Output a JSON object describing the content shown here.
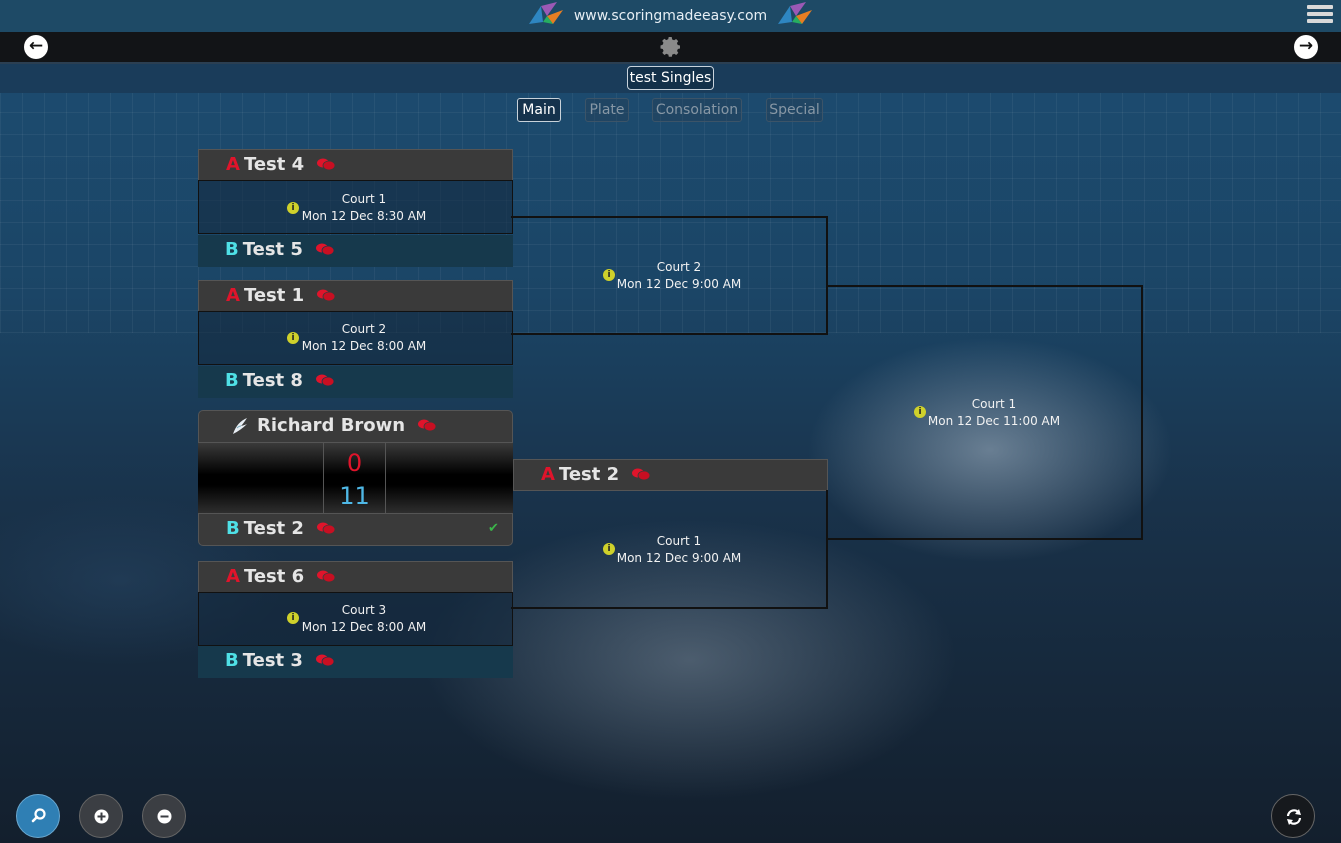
{
  "site": {
    "url": "www.scoringmadeeasy.com"
  },
  "event": {
    "title": "test Singles"
  },
  "tabs": [
    {
      "label": "Main",
      "active": true
    },
    {
      "label": "Plate",
      "active": false
    },
    {
      "label": "Consolation",
      "active": false
    },
    {
      "label": "Special",
      "active": false
    }
  ],
  "round1": [
    {
      "a": {
        "seed": "A",
        "name": "Test 4"
      },
      "b": {
        "seed": "B",
        "name": "Test 5"
      },
      "court": "Court 1",
      "time": "Mon 12 Dec 8:30 AM"
    },
    {
      "a": {
        "seed": "A",
        "name": "Test 1"
      },
      "b": {
        "seed": "B",
        "name": "Test 8"
      },
      "court": "Court 2",
      "time": "Mon 12 Dec 8:00 AM"
    },
    {
      "a": {
        "seed": "",
        "name": "Richard Brown"
      },
      "b": {
        "seed": "B",
        "name": "Test 2"
      },
      "score_a": "0",
      "score_b": "11",
      "winner_check": "✔"
    },
    {
      "a": {
        "seed": "A",
        "name": "Test 6"
      },
      "b": {
        "seed": "B",
        "name": "Test 3"
      },
      "court": "Court 3",
      "time": "Mon 12 Dec 8:00 AM"
    }
  ],
  "round2": [
    {
      "court": "Court 2",
      "time": "Mon 12 Dec 9:00 AM"
    },
    {
      "a": {
        "seed": "A",
        "name": "Test 2"
      },
      "court": "Court 1",
      "time": "Mon 12 Dec 9:00 AM"
    }
  ],
  "final": {
    "court": "Court 1",
    "time": "Mon 12 Dec 11:00 AM"
  },
  "icons": {
    "back": "arrow-left-icon",
    "forward": "arrow-right-icon",
    "settings": "gear-icon",
    "menu": "hamburger-icon",
    "search": "search-icon",
    "zoom_in": "plus-icon",
    "zoom_out": "minus-icon",
    "refresh": "refresh-icon",
    "chat": "chat-icon",
    "info": "info-icon"
  },
  "colors": {
    "seed_a": "#e0142b",
    "seed_b": "#4fe0e6",
    "score_a": "#e0142b",
    "score_b": "#4fb8e6",
    "info": "#cfd12b",
    "check": "#3bb54a"
  }
}
